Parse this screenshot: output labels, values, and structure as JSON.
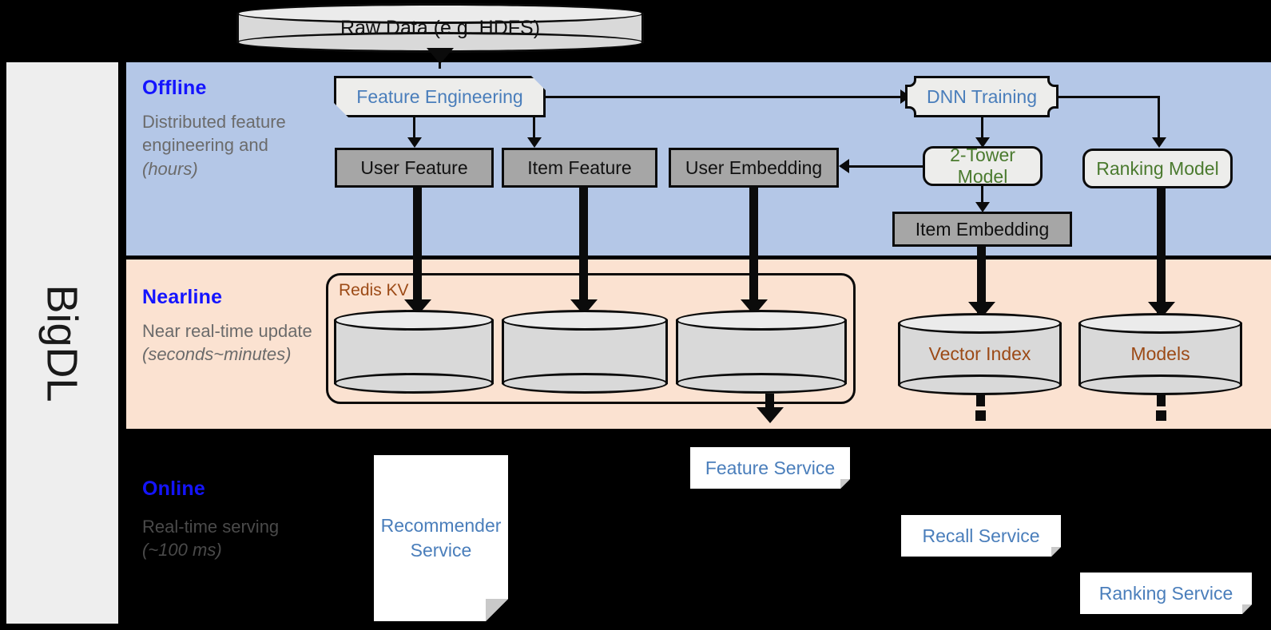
{
  "framework": {
    "name": "BigDL"
  },
  "source": {
    "label": "Raw Data (e.g. HDFS)",
    "icon": "database-cylinder-icon"
  },
  "bands": {
    "offline": {
      "title": "Offline",
      "description": "Distributed feature engineering and ",
      "description_italic": "(hours)",
      "bg": "#b4c7e7"
    },
    "nearline": {
      "title": "Nearline",
      "description": "Near real-time update ",
      "description_italic": "(seconds~minutes)",
      "bg": "#fbe2d1"
    },
    "online": {
      "title": "Online",
      "description": "Real-time serving ",
      "description_italic": "(~100 ms)",
      "bg": "#000000"
    }
  },
  "offline_nodes": {
    "feature_engineering": {
      "label": "Feature Engineering",
      "color": "#4a7ebb"
    },
    "dnn_training": {
      "label": "DNN Training",
      "color": "#4a7ebb"
    },
    "user_feature": {
      "label": "User Feature"
    },
    "item_feature": {
      "label": "Item Feature"
    },
    "user_embedding": {
      "label": "User Embedding"
    },
    "two_tower_model": {
      "label": "2-Tower Model",
      "color": "#4a7a2e"
    },
    "ranking_model": {
      "label": "Ranking Model",
      "color": "#4a7a2e"
    },
    "item_embedding": {
      "label": "Item Embedding"
    }
  },
  "nearline_nodes": {
    "redis_kv": {
      "label": "Redis KV",
      "color": "#9c4a16"
    },
    "store_user_feature": {
      "label": ""
    },
    "store_item_feature": {
      "label": ""
    },
    "store_user_embedding": {
      "label": ""
    },
    "vector_index": {
      "label": "Vector Index",
      "color": "#9c4a16"
    },
    "models": {
      "label": "Models",
      "color": "#9c4a16"
    }
  },
  "online_nodes": {
    "recommender_service": {
      "label": "Recommender Service",
      "color": "#4a7ebb"
    },
    "feature_service": {
      "label": "Feature Service",
      "color": "#4a7ebb"
    },
    "recall_service": {
      "label": "Recall Service",
      "color": "#4a7ebb"
    },
    "ranking_service": {
      "label": "Ranking Service",
      "color": "#4a7ebb"
    }
  },
  "palette": {
    "offline_bg": "#b4c7e7",
    "nearline_bg": "#fbe2d1",
    "online_bg": "#000000",
    "rail_bg": "#eeeeee",
    "data_box": "#a6a6a6",
    "process_box": "#ededeb",
    "cylinder": "#d9d9d9",
    "title_blue": "#1414ff",
    "accent_blue": "#4a7ebb",
    "accent_green": "#4a7a2e",
    "accent_brown": "#9c4a16",
    "stroke": "#0b0b0b"
  }
}
